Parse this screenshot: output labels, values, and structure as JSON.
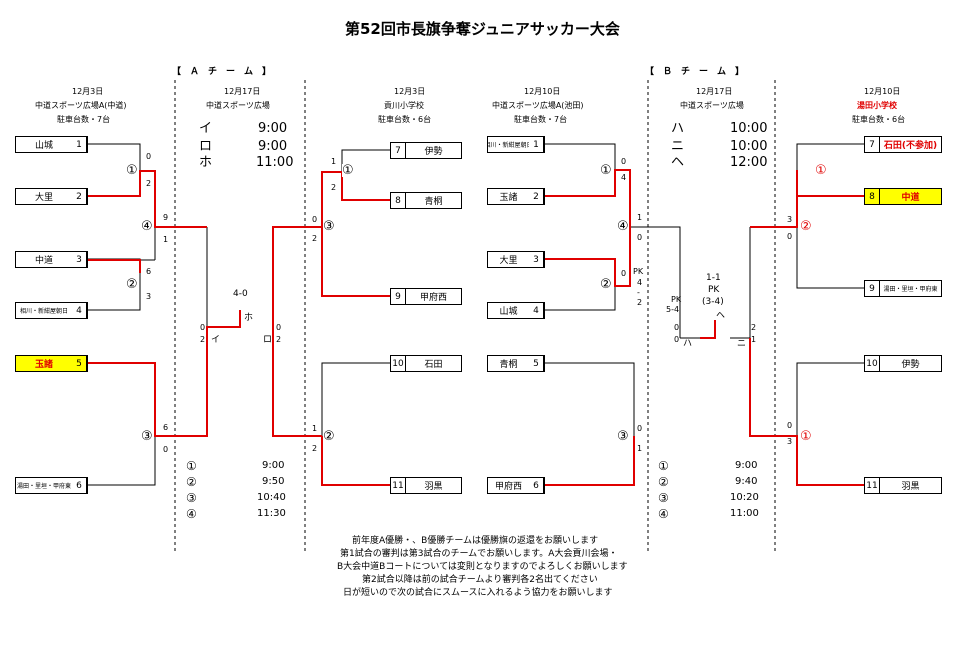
{
  "title": "第52回市長旗争奪ジュニアサッカー大会",
  "sections": {
    "a_team": "【　Ａ　チ　ー　ム　】",
    "b_team": "【　Ｂ　チ　ー　ム　】"
  },
  "venues": {
    "a_left": {
      "date": "12月3日",
      "place": "中道スポーツ広場A(中道)",
      "parking": "駐車台数・7台"
    },
    "a_center": {
      "date": "12月17日",
      "place": "中道スポーツ広場"
    },
    "a_right": {
      "date": "12月3日",
      "place": "貢川小学校",
      "parking": "駐車台数・6台"
    },
    "b_left": {
      "date": "12月10日",
      "place": "中道スポーツ広場A(池田)",
      "parking": "駐車台数・7台"
    },
    "b_center": {
      "date": "12月17日",
      "place": "中道スポーツ広場"
    },
    "b_right": {
      "date": "12月10日",
      "place": "湯田小学校",
      "parking": "駐車台数・6台"
    }
  },
  "a_schedule": [
    {
      "label": "イ",
      "time": "9:00"
    },
    {
      "label": "ロ",
      "time": "9:00"
    },
    {
      "label": "ホ",
      "time": "11:00"
    }
  ],
  "b_schedule": [
    {
      "label": "ハ",
      "time": "10:00"
    },
    {
      "label": "ニ",
      "time": "10:00"
    },
    {
      "label": "ヘ",
      "time": "12:00"
    }
  ],
  "a_round_times": [
    {
      "label": "①",
      "time": "9:00"
    },
    {
      "label": "②",
      "time": "9:50"
    },
    {
      "label": "③",
      "time": "10:40"
    },
    {
      "label": "④",
      "time": "11:30"
    }
  ],
  "b_round_times": [
    {
      "label": "①",
      "time": "9:00"
    },
    {
      "label": "②",
      "time": "9:40"
    },
    {
      "label": "③",
      "time": "10:20"
    },
    {
      "label": "④",
      "time": "11:00"
    }
  ],
  "teams": {
    "a_left": [
      {
        "name": "山城",
        "no": "1"
      },
      {
        "name": "大里",
        "no": "2"
      },
      {
        "name": "中道",
        "no": "3"
      },
      {
        "name": "相川・新紺屋朝日",
        "no": "4"
      },
      {
        "name": "玉諸",
        "no": "5"
      },
      {
        "name": "湯田・里垣・甲府東",
        "no": "6"
      }
    ],
    "a_right": [
      {
        "name": "伊勢",
        "no": "7"
      },
      {
        "name": "青桐",
        "no": "8"
      },
      {
        "name": "甲府西",
        "no": "9"
      },
      {
        "name": "石田",
        "no": "10"
      },
      {
        "name": "羽黒",
        "no": "11"
      }
    ],
    "b_left": [
      {
        "name": "相川・新紺屋朝日",
        "no": "1"
      },
      {
        "name": "玉諸",
        "no": "2"
      },
      {
        "name": "大里",
        "no": "3"
      },
      {
        "name": "山城",
        "no": "4"
      },
      {
        "name": "青桐",
        "no": "5"
      },
      {
        "name": "甲府西",
        "no": "6"
      }
    ],
    "b_right": [
      {
        "name": "石田(不参加)",
        "no": "7"
      },
      {
        "name": "中道",
        "no": "8"
      },
      {
        "name": "湯田・里垣・甲府東",
        "no": "9"
      },
      {
        "name": "伊勢",
        "no": "10"
      },
      {
        "name": "羽黒",
        "no": "11"
      }
    ]
  },
  "scores": {
    "a_l1": [
      "0",
      "2"
    ],
    "a_l2": [
      "6",
      "3"
    ],
    "a_l4": [
      "9",
      "1"
    ],
    "a_l3": [
      "6",
      "0"
    ],
    "a_semi": [
      "0",
      "2"
    ],
    "a_semi2": [
      "0",
      "2"
    ],
    "a_final": "4-0",
    "a_r1": [
      "1",
      "2"
    ],
    "a_r3": [
      "0",
      "2"
    ],
    "a_r2": [
      "1",
      "2"
    ],
    "b_l1": [
      "0",
      "4"
    ],
    "b_l2_pk": "PK",
    "b_l2": [
      "0",
      "4",
      "-",
      "2"
    ],
    "b_l4": [
      "1",
      "0"
    ],
    "b_l3": [
      "0",
      "1"
    ],
    "b_semi_left": [
      "0",
      "0"
    ],
    "b_pk_left": "PK",
    "b_pk_left_score": "5-4",
    "b_final_score": "1-1",
    "b_final_pk": "PK",
    "b_final_pk_score": "(3-4)",
    "b_semi_right": [
      "2",
      "1"
    ],
    "b_r2": [
      "3",
      "0"
    ],
    "b_r1": [
      "0",
      "3"
    ]
  },
  "bracket_labels": {
    "a": [
      "イ",
      "ロ",
      "ホ"
    ],
    "b": [
      "ハ",
      "ニ",
      "ヘ"
    ]
  },
  "notes": [
    "前年度A優勝・、B優勝チームは優勝旗の返還をお願いします",
    "第1試合の審判は第3試合のチームでお願いします。A大会貢川会場・",
    "B大会中道Bコートについては変則となりますのでよろしくお願いします",
    "第2試合以降は前の試合チームより審判各2名出てください",
    "日が短いので次の試合にスムースに入れるよう協力をお願いします"
  ],
  "colors": {
    "win_line": "#e00000",
    "highlight": "#ffff00"
  }
}
